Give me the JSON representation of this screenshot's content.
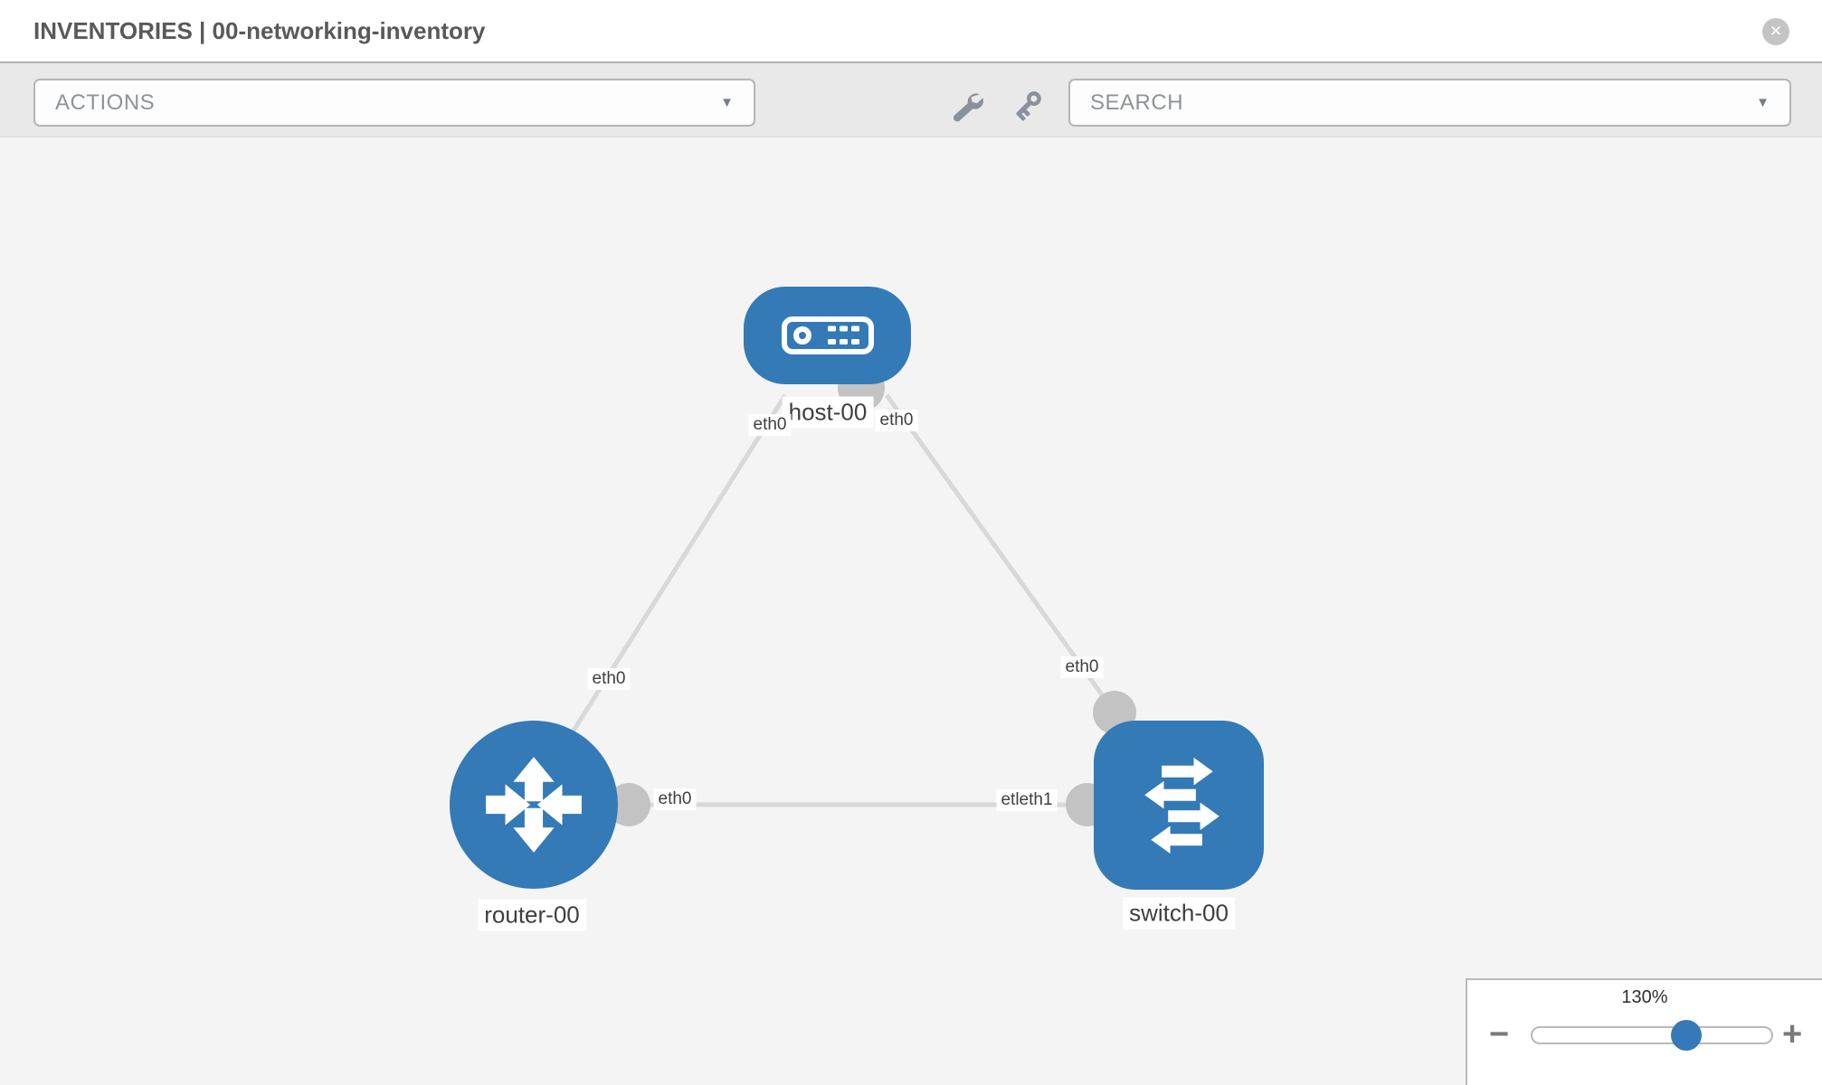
{
  "header": {
    "breadcrumb": "INVENTORIES",
    "separator": "|",
    "inventory_name": "00-networking-inventory"
  },
  "toolbar": {
    "actions_label": "ACTIONS",
    "search_label": "SEARCH",
    "icon_names": [
      "wrench-icon",
      "key-icon"
    ]
  },
  "icons": {
    "caret": "▼",
    "close": "✕",
    "minus": "−",
    "plus": "+"
  },
  "topology": {
    "nodes": [
      {
        "id": "host-00",
        "type": "host",
        "label": "host-00"
      },
      {
        "id": "router-00",
        "type": "router",
        "label": "router-00"
      },
      {
        "id": "switch-00",
        "type": "switch",
        "label": "switch-00"
      }
    ],
    "links": [
      {
        "source": "host-00",
        "target": "router-00",
        "source_interface": "eth0",
        "target_interface": "eth0"
      },
      {
        "source": "host-00",
        "target": "switch-00",
        "source_interface": "eth0",
        "target_interface": "eth0"
      },
      {
        "source": "router-00",
        "target": "switch-00",
        "source_interface": "eth0",
        "target_interface": "eth1"
      }
    ],
    "labels": {
      "host": "host-00",
      "router": "router-00",
      "switch": "switch-00",
      "eth_host_left": "eth0",
      "eth_host_right": "eth0",
      "eth_link_host_router": "eth0",
      "eth_link_host_switch": "eth0",
      "eth_router_side": "eth0",
      "eth_switch_overlapped": "etleth1"
    }
  },
  "zoom_control": {
    "level": "130%",
    "slider_position_pct": 64
  },
  "colors": {
    "node_blue": "#337ab7",
    "link_gray": "#d8d8d8",
    "interface_dot_gray": "#c3c3c3",
    "canvas_bg": "#f4f4f4",
    "toolbar_bg": "#e9e9e9",
    "handle_blue": "#3579b8"
  }
}
